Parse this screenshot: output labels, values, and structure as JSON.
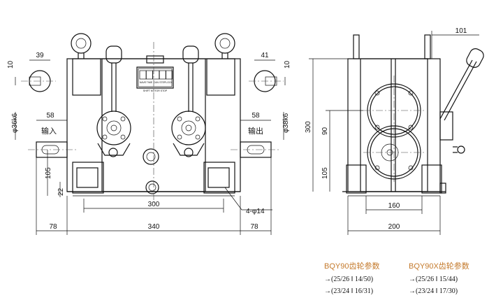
{
  "front_view": {
    "dims": {
      "top_left_width": "39",
      "top_left_key": "10",
      "top_right_width": "41",
      "top_right_key": "10",
      "left_shaft_len": "58",
      "left_shaft_dia": "φ36k6",
      "right_shaft_len": "58",
      "right_shaft_dia": "φ38k6",
      "left_height": "105",
      "left_base": "22",
      "inner_width": "300",
      "total_width": "340",
      "left_overhang": "78",
      "right_overhang": "78",
      "holes": "4-φ14"
    },
    "labels": {
      "input": "输入",
      "output": "输出"
    },
    "panel_labels": [
      "NAVE",
      "TIME",
      "CAN",
      "STEP",
      "LOCK"
    ],
    "panel_caption": "SHIFT MOTOR STOP"
  },
  "side_view": {
    "dims": {
      "lever_offset": "101",
      "total_height": "300",
      "gear_center": "90",
      "base_height": "105",
      "inner_width": "160",
      "total_width": "200"
    }
  },
  "params": {
    "left_title": "BQY90齿轮参数",
    "left_rows": [
      "→(25/26 ‖ 14/50)",
      "→(23/24 ‖ 16/31)"
    ],
    "right_title": "BQY90X齿轮参数",
    "right_rows": [
      "→(25/26 ‖ 15/44)",
      "→(23/24 ‖ 17/30)"
    ]
  },
  "colors": {
    "line": "#111111",
    "param_title": "#c47a2c"
  }
}
